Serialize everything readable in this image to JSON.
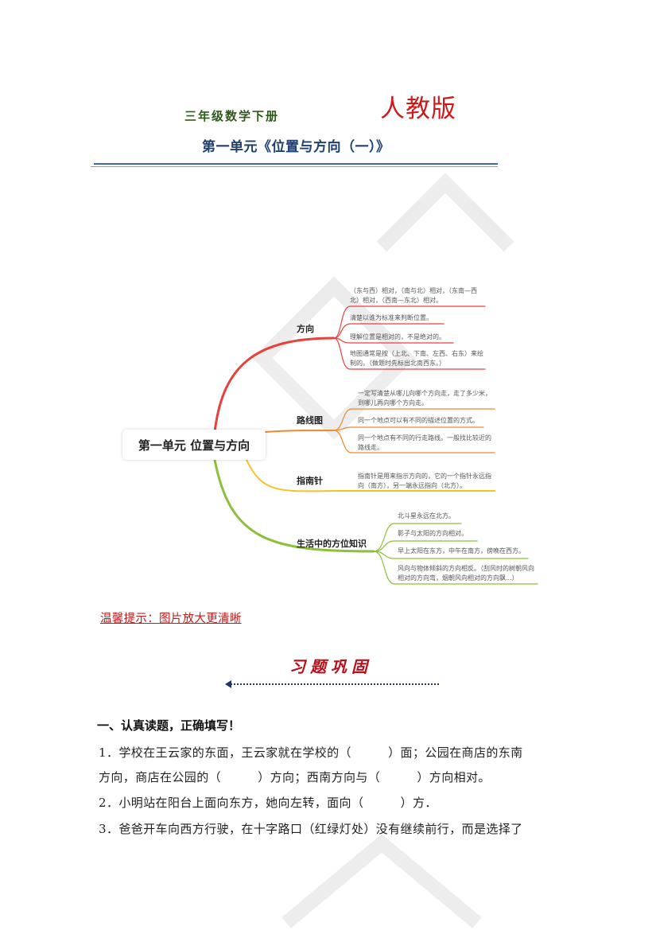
{
  "header": {
    "grade_title": "三年级数学下册",
    "edition": "人教版",
    "unit_title": "第一单元《位置与方向（一）》"
  },
  "mindmap": {
    "root": "第一单元 位置与方向",
    "branches": [
      {
        "label": "方向",
        "color": "#e8403a",
        "leaves": [
          "（东与西）相对，（南与北）相对，（东南—西北）相对，（西南—东北）相对。",
          "清楚以谁为标准来判断位置。",
          "理解位置是相对的，不是绝对的。",
          "地图通常是按（上北、下南、左西、右东）来绘制的。（做题时先标出北南西东。）"
        ]
      },
      {
        "label": "路线图",
        "color": "#f0892a",
        "leaves": [
          "一定写清楚从哪儿向哪个方向走，走了多少米，到哪儿再向哪个方向走。",
          "同一个地点可以有不同的描述位置的方式。",
          "同一个地点有不同的行走路线。一般找比较近的路线走。"
        ]
      },
      {
        "label": "指南针",
        "color": "#f5c22a",
        "leaves": [
          "指南针是用来指示方向的，它的一个指针永远指向（南方），另一端永远指向（北方）。"
        ]
      },
      {
        "label": "生活中的方位知识",
        "color": "#8cbf3a",
        "leaves": [
          "北斗星永远在北方。",
          "影子与太阳的方向相对。",
          "早上太阳在东方，中午在南方，傍晚在西方。",
          "风向与物体倾斜的方向相反。（刮风时的树朝风向相对的方向弯，烟朝风向相对的方向飘...）"
        ]
      }
    ]
  },
  "tip": "温馨提示：图片放大更清晰",
  "practice": {
    "title": "习题巩固",
    "section_heading": "一、认真读题，正确填写！",
    "lines": [
      "1．学校在王云家的东面，王云家就在学校的（　　　）面；公园在商店的东南",
      "方向，商店在公园的（　　　）方向；西南方向与（　　　）方向相对。",
      "2．小明站在阳台上面向东方，她向左转，面向（　　　）方．",
      "3．爸爸开车向西方行驶，在十字路口（红绿灯处）没有继续前行，而是选择了"
    ]
  },
  "colors": {
    "edition_red": "#d01818",
    "unit_title_blue": "#1f3f6e",
    "tip_red": "#c81c1c",
    "practice_title_red": "#b8101a",
    "arrow_navy": "#23336e"
  }
}
